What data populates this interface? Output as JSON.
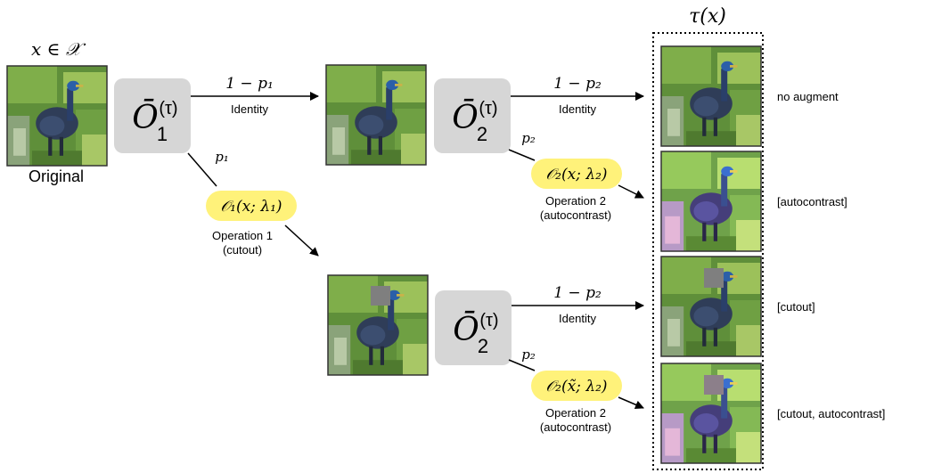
{
  "input_label": "x ∈ 𝒳",
  "original_caption": "Original",
  "output_title": "τ(x)",
  "stage1": {
    "operator": {
      "base": "Ō",
      "sup": "(τ)",
      "sub": "1"
    },
    "top_prob": "1 − p₁",
    "top_label": "Identity",
    "branch_prob": "p₁",
    "op_box": "𝒪₁(x; λ₁)",
    "op_caption_line1": "Operation 1",
    "op_caption_line2": "(cutout)"
  },
  "stage2_top": {
    "operator": {
      "base": "Ō",
      "sup": "(τ)",
      "sub": "2"
    },
    "top_prob": "1 − p₂",
    "top_label": "Identity",
    "branch_prob": "p₂",
    "op_box": "𝒪₂(x; λ₂)",
    "op_caption_line1": "Operation 2",
    "op_caption_line2": "(autocontrast)"
  },
  "stage2_bottom": {
    "operator": {
      "base": "Ō",
      "sup": "(τ)",
      "sub": "2"
    },
    "top_prob": "1 − p₂",
    "top_label": "Identity",
    "branch_prob": "p₂",
    "op_box": "𝒪₂(x̃; λ₂)",
    "op_caption_line1": "Operation 2",
    "op_caption_line2": "(autocontrast)"
  },
  "outputs": [
    {
      "label": "no augment",
      "cutout": false,
      "autocontrast": false
    },
    {
      "label": "[autocontrast]",
      "cutout": false,
      "autocontrast": true
    },
    {
      "label": "[cutout]",
      "cutout": true,
      "autocontrast": false
    },
    {
      "label": "[cutout, autocontrast]",
      "cutout": true,
      "autocontrast": true
    }
  ],
  "colors": {
    "operator_box": "#d6d6d6",
    "op_highlight": "#fff27a",
    "arrow": "#000000",
    "cutout_patch": "#7f7f7f"
  }
}
